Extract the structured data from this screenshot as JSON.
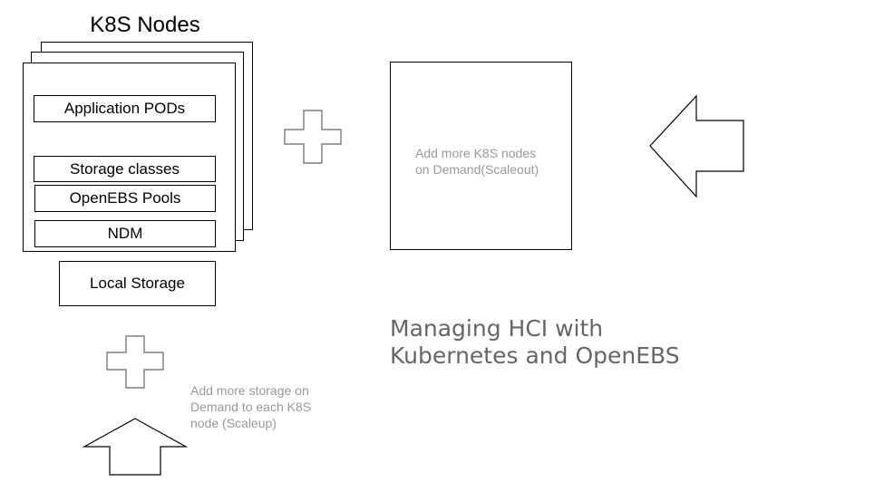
{
  "nodes": {
    "title": "K8S Nodes",
    "components": [
      "Application PODs",
      "Storage classes",
      "OpenEBS Pools",
      "NDM"
    ],
    "local_storage": "Local Storage"
  },
  "scaleout": {
    "lines": [
      "Add more K8S nodes",
      "on Demand(Scaleout)"
    ]
  },
  "scaleup": {
    "lines": [
      "Add more storage on",
      "Demand to each K8S",
      "node (Scaleup)"
    ]
  },
  "headline": {
    "lines": [
      "Managing HCI with",
      "Kubernetes and OpenEBS"
    ]
  },
  "colors": {
    "stroke": "#000000",
    "plus_stroke": "#666666",
    "note_text": "#999999",
    "headline_text": "#666666"
  }
}
